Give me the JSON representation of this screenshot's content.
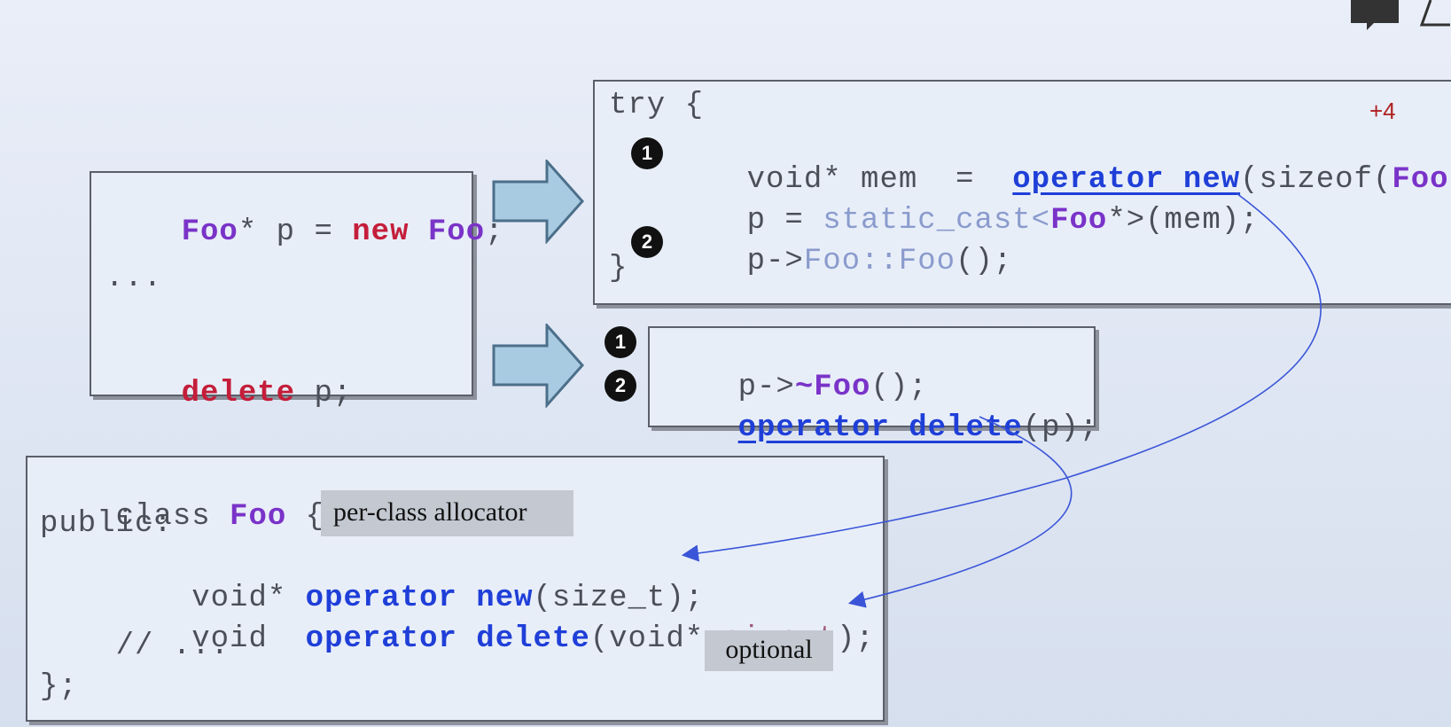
{
  "left_box": {
    "line1": {
      "t1": "Foo",
      "t2": "* p = ",
      "t3": "new",
      "t4": " ",
      "t5": "Foo",
      "t6": ";"
    },
    "line2": "...",
    "line3": {
      "t1": "delete",
      "t2": " p;"
    }
  },
  "new_box": {
    "line1": "try {",
    "line2": {
      "t1": "void* mem  =  ",
      "t2": "operator new",
      "t3": "(sizeof(",
      "t4": "Foo",
      "t5": ")"
    },
    "line3": {
      "t1": "p = ",
      "t2": "static_cast<",
      "t3": "Foo",
      "t4": "*>",
      "t5": "(mem);"
    },
    "line4": {
      "t1": "p->",
      "t2": "Foo::Foo",
      "t3": "();"
    },
    "line5": "}",
    "extra": "+4"
  },
  "delete_box": {
    "line1": {
      "t1": "p->",
      "t2": "~Foo",
      "t3": "();"
    },
    "line2": {
      "t1": "operator delete",
      "t2": "(p);"
    }
  },
  "class_box": {
    "line1": {
      "t1": "class ",
      "t2": "Foo",
      "t3": " {"
    },
    "line2": "public:",
    "line3": {
      "t1": "    void* ",
      "t2": "operator new",
      "t3": "(size_t);"
    },
    "line4": {
      "t1": "    void  ",
      "t2": "operator delete",
      "t3": "(void*,",
      "t4": "size_t",
      "t5": ");"
    },
    "line5": "    // ...",
    "line6": "};"
  },
  "bullets": {
    "one": "1",
    "two": "2"
  },
  "tags": {
    "per_class": "per-class allocator",
    "optional": "optional"
  }
}
